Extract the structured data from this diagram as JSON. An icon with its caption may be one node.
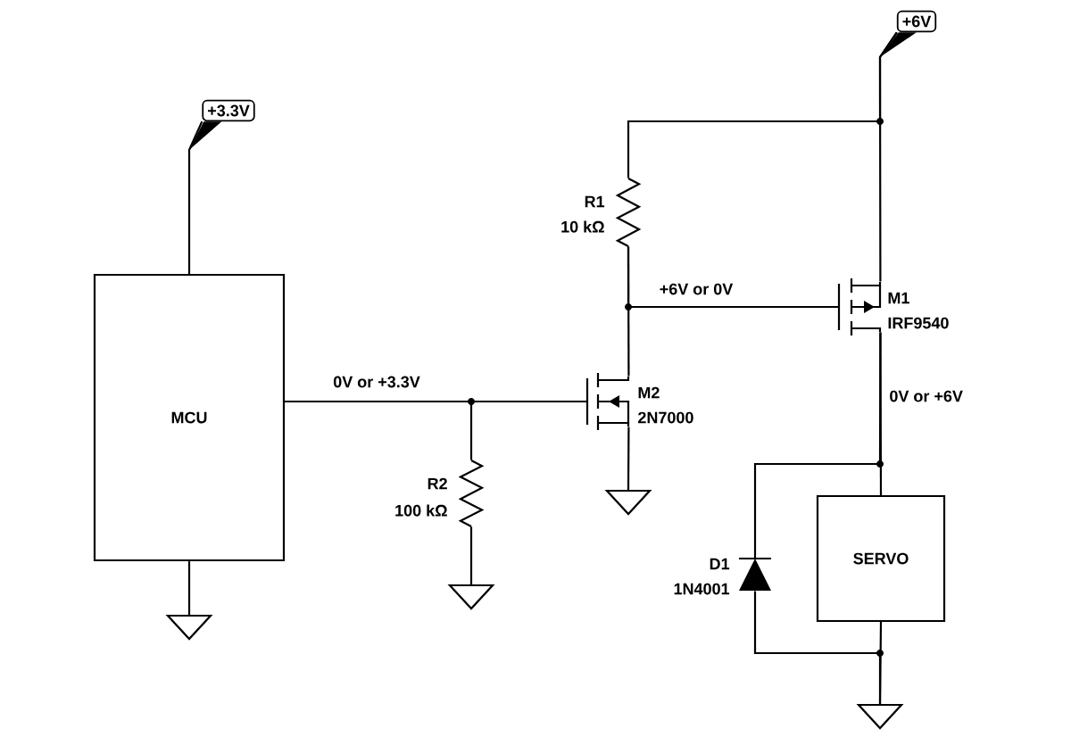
{
  "diagram": {
    "nodes": [
      {
        "text": [
          "+3.3V"
        ]
      },
      {
        "text": [
          "MCU"
        ]
      },
      {
        "text": [],
        "shape": "ground"
      },
      {
        "text": [],
        "shape": "resistor",
        "beside": [
          "R2",
          "100 kΩ"
        ]
      },
      {
        "text": [],
        "shape": "ground"
      },
      {
        "text": [],
        "shape": "transistor",
        "beside": [
          "M2",
          "2N7000"
        ]
      },
      {
        "text": [],
        "shape": "ground"
      },
      {
        "text": [],
        "shape": "resistor",
        "beside": [
          "R1",
          "10 kΩ"
        ]
      },
      {
        "text": [
          "+6V"
        ]
      },
      {
        "text": [],
        "shape": "transistor",
        "beside": [
          "M1",
          "IRF9540"
        ]
      },
      {
        "text": [],
        "shape": "diode",
        "beside": [
          "D1",
          "1N4001"
        ]
      },
      {
        "text": [
          "SERVO"
        ]
      },
      {
        "text": [],
        "shape": "ground"
      }
    ],
    "edges": [
      {
        "from": 0,
        "to": 1,
        "arrow": "none"
      },
      {
        "from": 1,
        "to": 2,
        "arrow": "none"
      },
      {
        "from": 1,
        "to": 5,
        "arrow": "none",
        "label": "0V or +3.3V"
      },
      {
        "from": 1,
        "to": 3,
        "arrow": "none"
      },
      {
        "from": 3,
        "to": 4,
        "arrow": "none"
      },
      {
        "from": 5,
        "to": 6,
        "arrow": "none"
      },
      {
        "from": 7,
        "to": 5,
        "arrow": "none"
      },
      {
        "from": 7,
        "to": 9,
        "arrow": "none",
        "label": "+6V or 0V"
      },
      {
        "from": 8,
        "to": 9,
        "arrow": "none"
      },
      {
        "from": 8,
        "to": 7,
        "arrow": "none"
      },
      {
        "from": 9,
        "to": 11,
        "arrow": "none",
        "label": "0V or +6V"
      },
      {
        "from": 9,
        "to": 10,
        "arrow": "none"
      },
      {
        "from": 10,
        "to": 12,
        "arrow": "none"
      },
      {
        "from": 11,
        "to": 12,
        "arrow": "none"
      }
    ]
  }
}
